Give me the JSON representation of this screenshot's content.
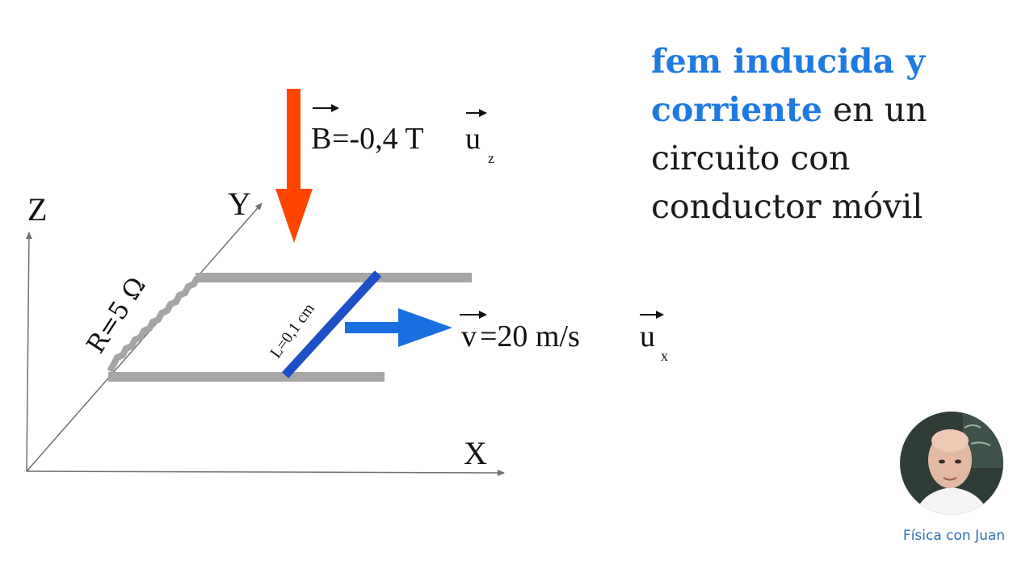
{
  "title": {
    "part1": "fem inducida y",
    "part2": "corriente",
    "part3": " en un",
    "part4": "circuito con",
    "part5": "conductor móvil"
  },
  "axes": {
    "z": "Z",
    "y": "Y",
    "x": "X"
  },
  "field": {
    "symbol": "B",
    "eq": "=-0,4 T ",
    "unit": "u",
    "sub": "z"
  },
  "velocity": {
    "symbol": "v",
    "eq": "=20 m/s ",
    "unit": "u",
    "sub": "x"
  },
  "resistor_label": "R=5 Ω",
  "rod_label": "L=0,1 cm",
  "credit": "Física con Juan",
  "colors": {
    "accent": "#1f7ae0",
    "field_arrow": "#ff4500",
    "rod": "#1d4fc6",
    "velocity_arrow": "#1a6fe0",
    "rails": "#a6a6a6",
    "axes": "#707070"
  }
}
